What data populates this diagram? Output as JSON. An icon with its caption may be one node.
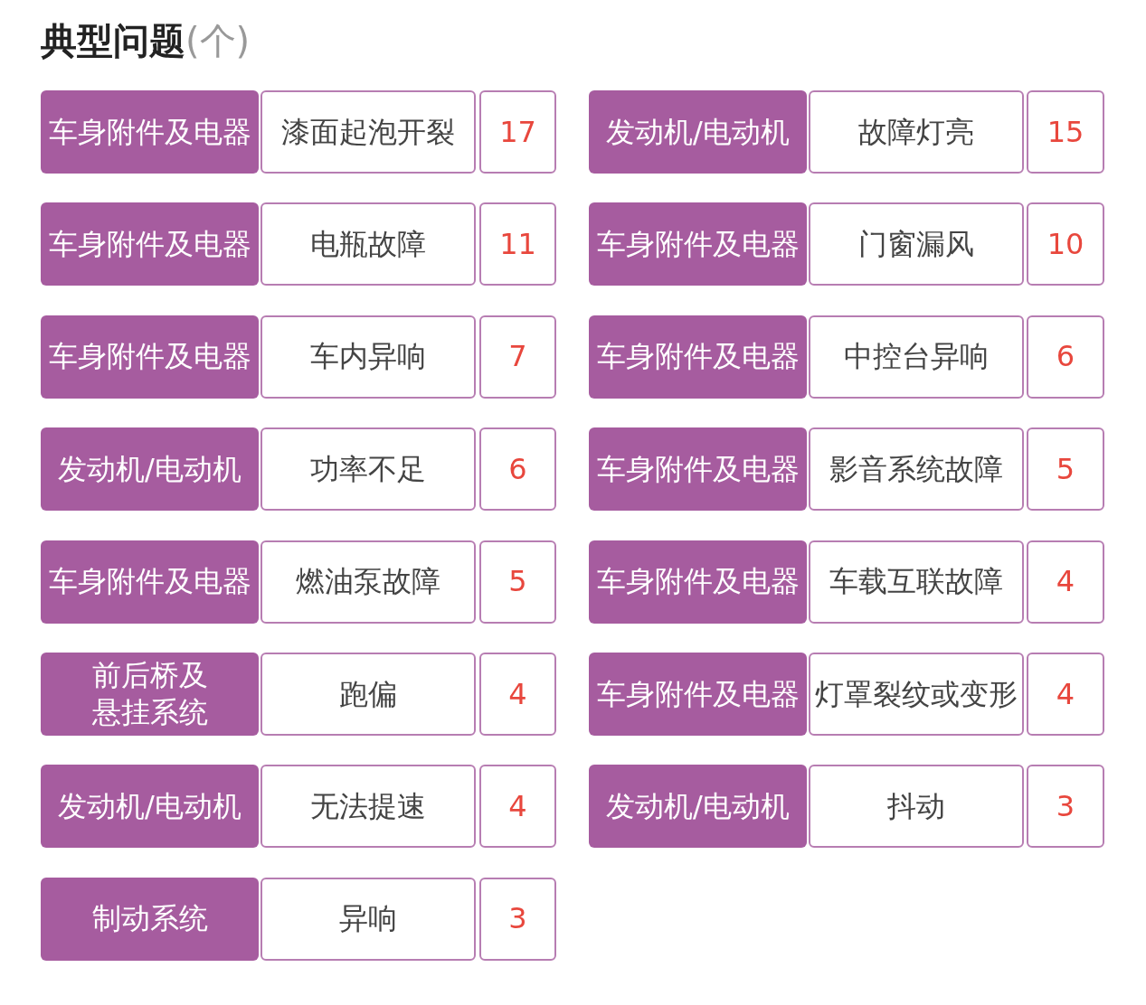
{
  "diagram": {
    "title": "**典型问题**(个)",
    "nodes": [
      {
        "text": [
          "车身附件及电器"
        ]
      },
      {
        "text": [
          "漆面起泡开裂"
        ]
      },
      {
        "text": [
          "17"
        ]
      },
      {
        "text": [
          "发动机/电动机"
        ]
      },
      {
        "text": [
          "故障灯亮"
        ]
      },
      {
        "text": [
          "15"
        ]
      },
      {
        "text": [
          "车身附件及电器"
        ]
      },
      {
        "text": [
          "电瓶故障"
        ]
      },
      {
        "text": [
          "11"
        ]
      },
      {
        "text": [
          "车身附件及电器"
        ]
      },
      {
        "text": [
          "门窗漏风"
        ]
      },
      {
        "text": [
          "10"
        ]
      },
      {
        "text": [
          "车身附件及电器"
        ]
      },
      {
        "text": [
          "车内异响"
        ]
      },
      {
        "text": [
          "7"
        ]
      },
      {
        "text": [
          "车身附件及电器"
        ]
      },
      {
        "text": [
          "中控台异响"
        ]
      },
      {
        "text": [
          "6"
        ]
      },
      {
        "text": [
          "发动机/电动机"
        ]
      },
      {
        "text": [
          "功率不足"
        ]
      },
      {
        "text": [
          "6"
        ]
      },
      {
        "text": [
          "车身附件及电器"
        ]
      },
      {
        "text": [
          "影音系统故障"
        ]
      },
      {
        "text": [
          "5"
        ]
      },
      {
        "text": [
          "车身附件及电器"
        ]
      },
      {
        "text": [
          "燃油泵故障"
        ]
      },
      {
        "text": [
          "5"
        ]
      },
      {
        "text": [
          "车身附件及电器"
        ]
      },
      {
        "text": [
          "车载互联故障"
        ]
      },
      {
        "text": [
          "4"
        ]
      },
      {
        "text": [
          "前后桥及悬挂系统"
        ]
      },
      {
        "text": [
          "跑偏"
        ]
      },
      {
        "text": [
          "4"
        ]
      },
      {
        "text": [
          "车身附件及电器"
        ]
      },
      {
        "text": [
          "灯罩裂纹或变形"
        ]
      },
      {
        "text": [
          "4"
        ]
      },
      {
        "text": [
          "发动机/电动机"
        ]
      },
      {
        "text": [
          "无法提速"
        ]
      },
      {
        "text": [
          "4"
        ]
      },
      {
        "text": [
          "发动机/电动机"
        ]
      },
      {
        "text": [
          "抖动"
        ]
      },
      {
        "text": [
          "3"
        ]
      },
      {
        "text": [
          "制动系统"
        ]
      },
      {
        "text": [
          "异响"
        ]
      },
      {
        "text": [
          "3"
        ]
      }
    ]
  }
}
